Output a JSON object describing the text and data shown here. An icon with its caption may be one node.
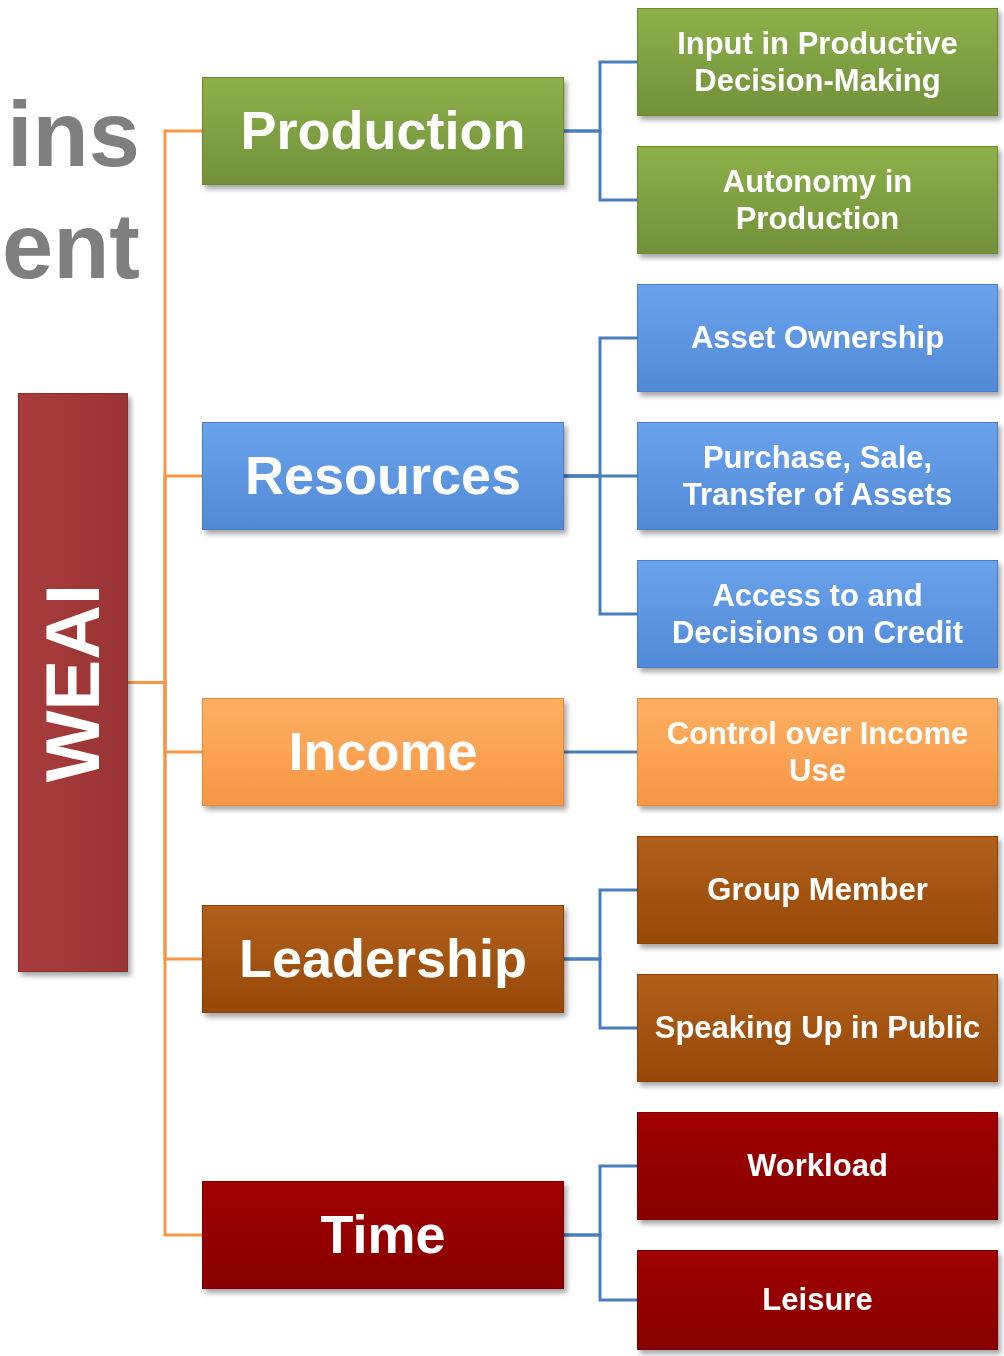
{
  "diagram": {
    "nodes": [
      {
        "text": [
          "WEAI"
        ]
      },
      {
        "text": [
          "Production"
        ]
      },
      {
        "text": [
          "Input in Productive Decision-Making"
        ]
      },
      {
        "text": [
          "Autonomy in Production"
        ]
      },
      {
        "text": [
          "Resources"
        ]
      },
      {
        "text": [
          "Asset Ownership"
        ]
      },
      {
        "text": [
          "Purchase, Sale, Transfer of Assets"
        ]
      },
      {
        "text": [
          "Access to and Decisions on Credit"
        ]
      },
      {
        "text": [
          "Income"
        ]
      },
      {
        "text": [
          "Control over Income Use"
        ]
      },
      {
        "text": [
          "Leadership"
        ]
      },
      {
        "text": [
          "Group Member"
        ]
      },
      {
        "text": [
          "Speaking Up in Public"
        ]
      },
      {
        "text": [
          "Time"
        ]
      },
      {
        "text": [
          "Workload"
        ]
      },
      {
        "text": [
          "Leisure"
        ]
      }
    ],
    "edges": [
      {
        "from": 0,
        "to": 1,
        "arrow": "none",
        "color": "#f79646"
      },
      {
        "from": 0,
        "to": 4,
        "arrow": "none",
        "color": "#f79646"
      },
      {
        "from": 0,
        "to": 8,
        "arrow": "none",
        "color": "#f79646"
      },
      {
        "from": 0,
        "to": 10,
        "arrow": "none",
        "color": "#f79646"
      },
      {
        "from": 0,
        "to": 13,
        "arrow": "none",
        "color": "#f79646"
      },
      {
        "from": 1,
        "to": 2,
        "arrow": "none"
      },
      {
        "from": 1,
        "to": 3,
        "arrow": "none"
      },
      {
        "from": 4,
        "to": 5,
        "arrow": "none"
      },
      {
        "from": 4,
        "to": 6,
        "arrow": "none"
      },
      {
        "from": 4,
        "to": 7,
        "arrow": "none"
      },
      {
        "from": 8,
        "to": 9,
        "arrow": "none"
      },
      {
        "from": 10,
        "to": 11,
        "arrow": "none"
      },
      {
        "from": 10,
        "to": 12,
        "arrow": "none"
      },
      {
        "from": 13,
        "to": 14,
        "arrow": "none"
      },
      {
        "from": 13,
        "to": 15,
        "arrow": "none"
      }
    ],
    "labels": [
      "ins",
      "ent"
    ]
  }
}
